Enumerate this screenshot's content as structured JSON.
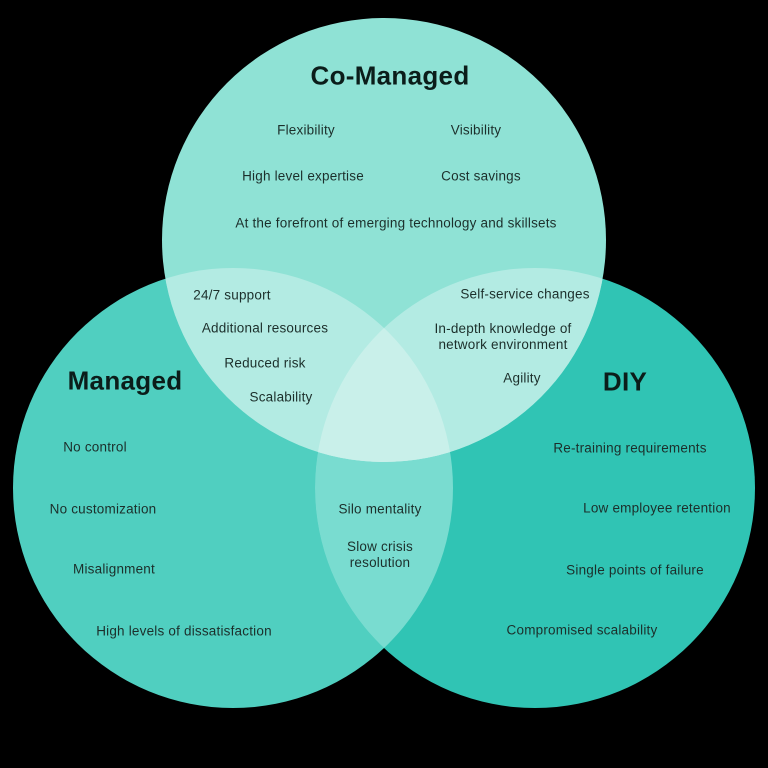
{
  "diagram": {
    "type": "venn-3-circle",
    "background": "#000000",
    "circles": {
      "co_managed": {
        "label": "Co-Managed",
        "color": "#8fe2d5"
      },
      "managed": {
        "label": "Managed",
        "color": "#50cfc0"
      },
      "diy": {
        "label": "DIY",
        "color": "#30c4b4"
      }
    },
    "overlap_colors": {
      "co_managed_managed": "#b3ebe3",
      "co_managed_diy": "#b3ebe3",
      "managed_diy": "#79dcd0",
      "all_three": "#c9f0ea"
    },
    "text_colors": {
      "title": "#0b1d1a",
      "item": "#1c2f2b"
    }
  },
  "regions": {
    "co_managed": {
      "items": [
        "Flexibility",
        "Visibility",
        "High level expertise",
        "Cost savings",
        "At the forefront of emerging technology and skillsets"
      ]
    },
    "managed": {
      "items": [
        "No control",
        "No customization",
        "Misalignment",
        "High levels of dissatisfaction"
      ]
    },
    "diy": {
      "items": [
        "Re-training requirements",
        "Low employee retention",
        "Single points of failure",
        "Compromised scalability"
      ]
    },
    "co_managed_managed": {
      "items": [
        "24/7 support",
        "Additional resources",
        "Reduced risk",
        "Scalability"
      ]
    },
    "co_managed_diy": {
      "items": [
        "Self-service changes",
        "In-depth knowledge of network environment",
        "Agility"
      ]
    },
    "managed_diy": {
      "items": [
        "Silo mentality",
        "Slow crisis resolution"
      ]
    }
  }
}
